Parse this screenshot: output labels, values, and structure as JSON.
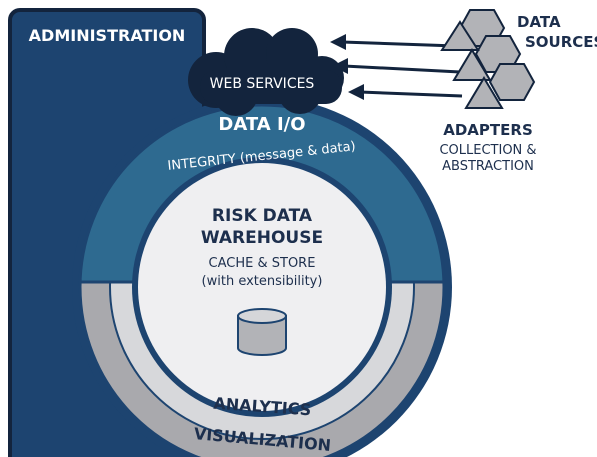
{
  "administration": {
    "label": "ADMINISTRATION"
  },
  "web_services": {
    "label": "WEB SERVICES"
  },
  "data_io": {
    "title": "DATA I/O",
    "subtitle": "INTEGRITY (message & data)"
  },
  "warehouse": {
    "title_line1": "RISK DATA",
    "title_line2": "WAREHOUSE",
    "sub_line1": "CACHE & STORE",
    "sub_line2": "(with extensibility)",
    "icon": "database-icon"
  },
  "analytics": {
    "label": "ANALYTICS"
  },
  "visualization": {
    "label": "VISUALIZATION"
  },
  "data_sources": {
    "line1": "DATA",
    "line2": "SOURCES"
  },
  "adapters": {
    "title": "ADAPTERS",
    "line1": "COLLECTION &",
    "line2": "ABSTRACTION"
  },
  "colors": {
    "navy": "#1d4470",
    "navy_dark": "#13243d",
    "teal": "#2e6a90",
    "gray_ring": "#a9a9ad",
    "gray_light": "#d7d8db",
    "center": "#efeff1",
    "shape_gray": "#b2b3b7"
  }
}
